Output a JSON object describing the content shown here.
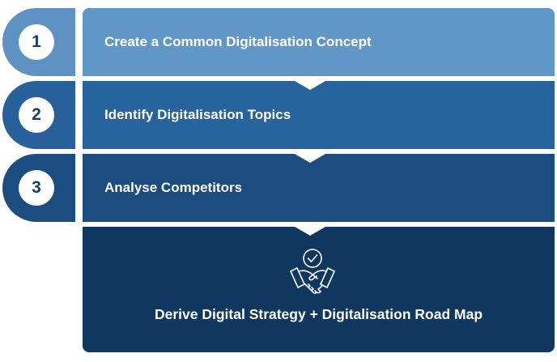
{
  "steps": [
    {
      "number": "1",
      "label": "Create a Common Digitalisation Concept"
    },
    {
      "number": "2",
      "label": "Identify Digitalisation Topics"
    },
    {
      "number": "3",
      "label": "Analyse Competitors"
    }
  ],
  "result": {
    "label": "Derive Digital Strategy + Digitalisation Road Map",
    "icon": "handshake-check-icon"
  }
}
